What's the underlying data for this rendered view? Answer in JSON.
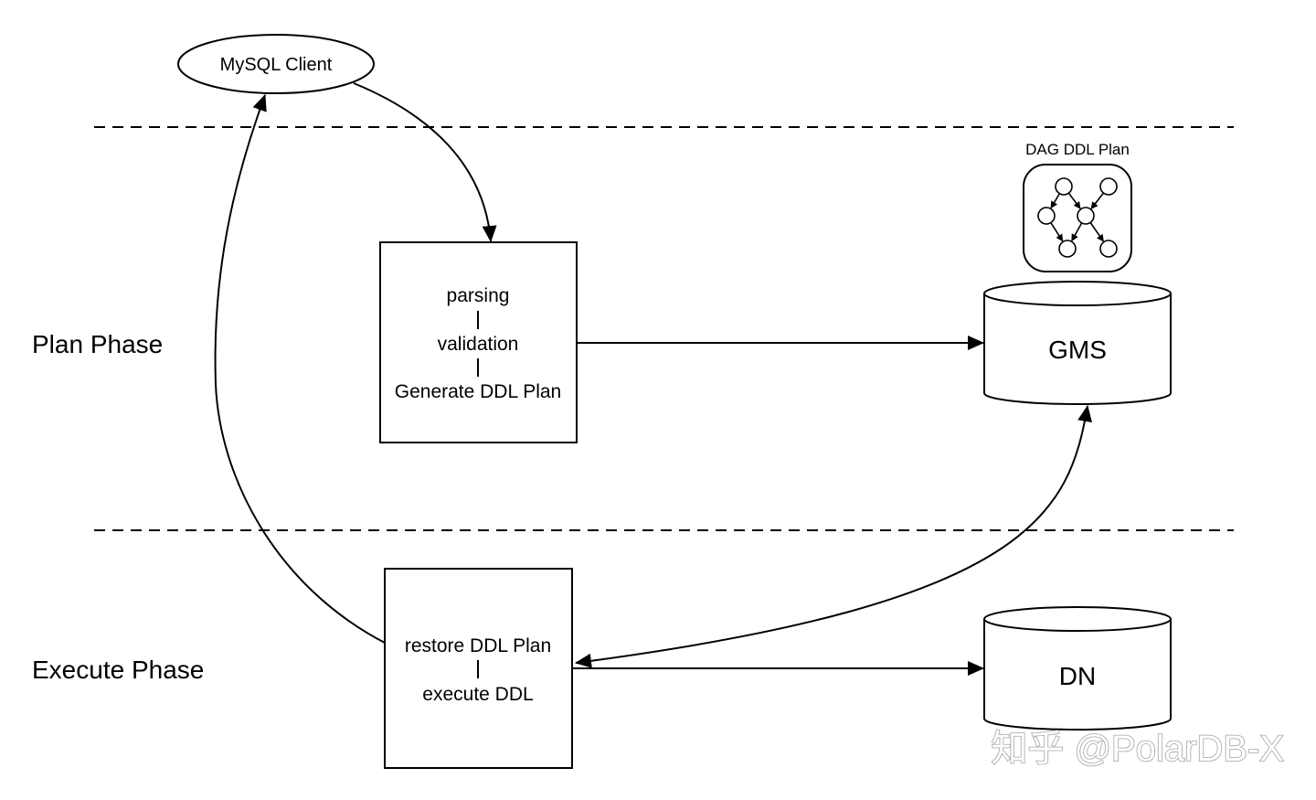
{
  "diagram": {
    "phases": {
      "plan": "Plan Phase",
      "execute": "Execute Phase"
    },
    "nodes": {
      "client": "MySQL Client",
      "plan_box": {
        "line1": "parsing",
        "sep1": "|",
        "line2": "validation",
        "sep2": "|",
        "line3": "Generate DDL Plan"
      },
      "exec_box": {
        "line1": "restore DDL Plan",
        "sep1": "|",
        "line2": "execute DDL"
      },
      "gms": "GMS",
      "dn": "DN",
      "dag_title": "DAG DDL Plan"
    },
    "edges": [
      {
        "from": "client",
        "to": "plan_box"
      },
      {
        "from": "plan_box",
        "to": "gms"
      },
      {
        "from": "gms",
        "to": "exec_box",
        "bidirectional": true
      },
      {
        "from": "exec_box",
        "to": "dn"
      },
      {
        "from": "exec_box",
        "to": "client"
      }
    ],
    "dag": {
      "nodes": 6,
      "edges": [
        [
          0,
          2
        ],
        [
          0,
          3
        ],
        [
          1,
          3
        ],
        [
          2,
          4
        ],
        [
          3,
          4
        ],
        [
          3,
          5
        ]
      ]
    },
    "watermark": "知乎 @PolarDB-X"
  }
}
